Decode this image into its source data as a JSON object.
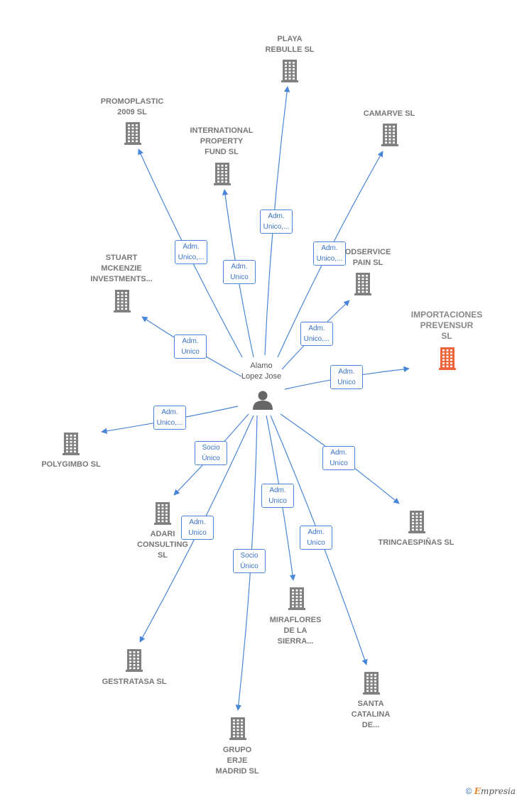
{
  "colors": {
    "edge": "#4a86d8",
    "building": "#808080",
    "focus": "#f0643a",
    "person": "#666666"
  },
  "center": {
    "id": "alamo",
    "label": "Alamo\nLopez Jose"
  },
  "nodes": [
    {
      "id": "playa",
      "label": "PLAYA\nREBULLE  SL"
    },
    {
      "id": "promoplastic",
      "label": "PROMOPLASTIC\n2009 SL"
    },
    {
      "id": "camarve",
      "label": "CAMARVE  SL"
    },
    {
      "id": "international",
      "label": "INTERNATIONAL\nPROPERTY\nFUND SL"
    },
    {
      "id": "stuart",
      "label": "STUART\nMCKENZIE\nINVESTMENTS..."
    },
    {
      "id": "odservice",
      "label": "ODSERVICE\nPAIN  SL"
    },
    {
      "id": "importaciones",
      "label": "IMPORTACIONES\nPREVENSUR\nSL",
      "focus": true
    },
    {
      "id": "polygimbo",
      "label": "POLYGIMBO SL"
    },
    {
      "id": "adari",
      "label": "ADARI\nCONSULTING\nSL"
    },
    {
      "id": "trincaespinas",
      "label": "TRINCAESPIÑAS SL"
    },
    {
      "id": "miraflores",
      "label": "MIRAFLORES\nDE LA\nSIERRA..."
    },
    {
      "id": "gestratasa",
      "label": "GESTRATASA SL"
    },
    {
      "id": "santa",
      "label": "SANTA\nCATALINA\nDE..."
    },
    {
      "id": "grupo",
      "label": "GRUPO\nERJE\nMADRID  SL"
    }
  ],
  "edges": [
    {
      "to": "playa",
      "label": "Adm.\nUnico,..."
    },
    {
      "to": "promoplastic",
      "label": "Adm.\nUnico,..."
    },
    {
      "to": "international",
      "label": "Adm.\nUnico"
    },
    {
      "to": "camarve",
      "label": "Adm.\nUnico,..."
    },
    {
      "to": "odservice",
      "label": "Adm.\nUnico,..."
    },
    {
      "to": "stuart",
      "label": "Adm.\nUnico"
    },
    {
      "to": "importaciones",
      "label": "Adm.\nUnico"
    },
    {
      "to": "polygimbo",
      "label": "Adm.\nUnico,..."
    },
    {
      "to": "adari",
      "label": "Socio\nÚnico"
    },
    {
      "to": "trincaespinas",
      "label": "Adm.\nUnico"
    },
    {
      "to": "gestratasa",
      "label": "Adm.\nUnico"
    },
    {
      "to": "miraflores",
      "label": "Adm.\nUnico"
    },
    {
      "to": "santa",
      "label": "Adm.\nUnico"
    },
    {
      "to": "grupo",
      "label": "Socio\nÚnico"
    }
  ],
  "footer": {
    "copyright": "©",
    "brand_initial": "E",
    "brand_rest": "mpresia"
  }
}
